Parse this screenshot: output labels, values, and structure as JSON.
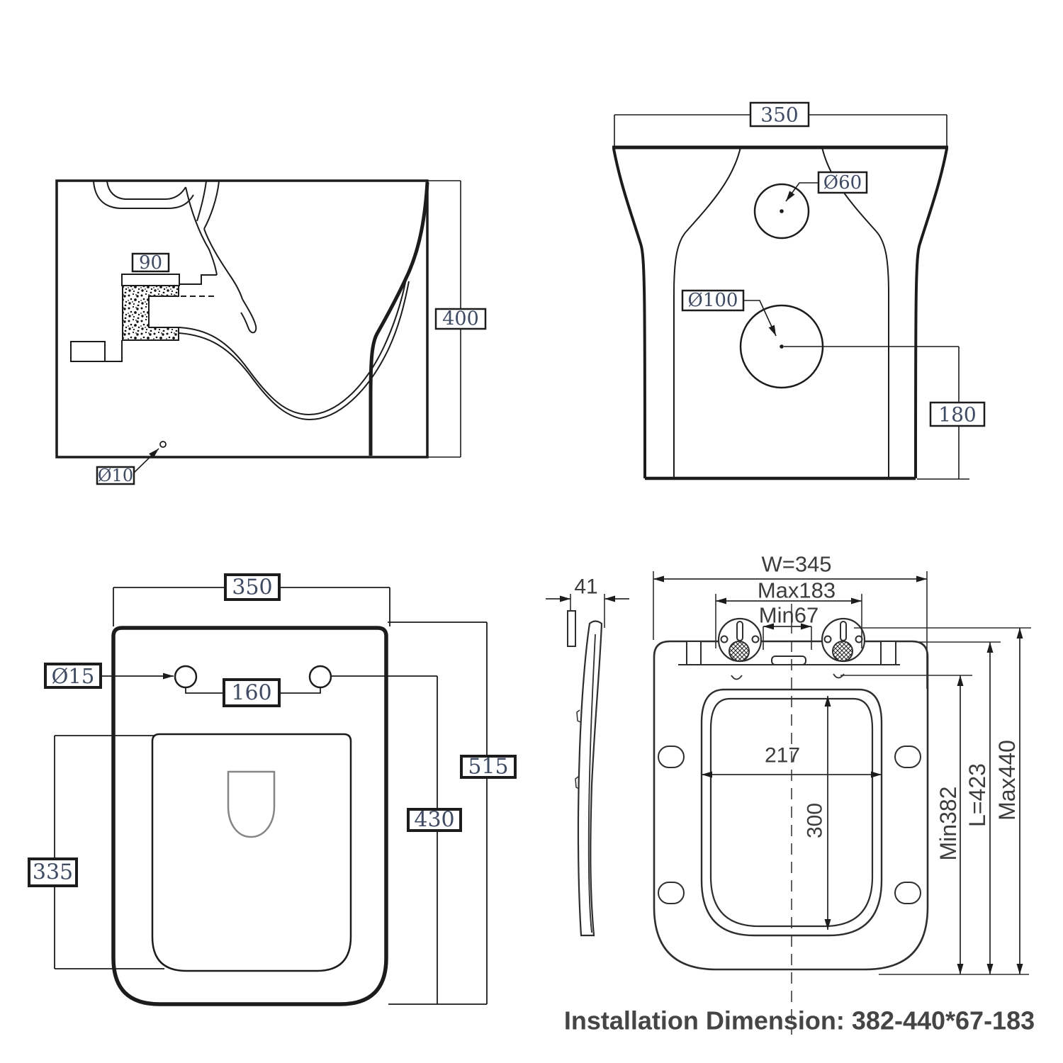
{
  "colors": {
    "drawing_line": "#1c1c1c",
    "seat_drawing_line": "#2e2e2e",
    "boxed_label_text": "#3f4a63",
    "seat_label_text": "#3c3c3c",
    "note_text": "#454545"
  },
  "side_section_view": {
    "outlet_width": "90",
    "height": "400",
    "drain_hole": "Ø10"
  },
  "back_view": {
    "width": "350",
    "upper_hole": "Ø60",
    "lower_hole": "Ø100",
    "lower_hole_height": "180"
  },
  "top_view": {
    "width": "350",
    "fixing_hole": "Ø15",
    "fixing_hole_spacing": "160",
    "bowl_length": "335",
    "rim_depth": "430",
    "total_depth": "515"
  },
  "seat_view": {
    "width": "W=345",
    "hinge_spacing_max": "Max183",
    "hinge_spacing_min": "Min67",
    "thickness": "41",
    "opening_width": "217",
    "opening_length": "300",
    "length_min": "Min382",
    "length": "L=423",
    "length_max": "Max440",
    "installation_note": "Installation Dimension: 382-440*67-183"
  }
}
